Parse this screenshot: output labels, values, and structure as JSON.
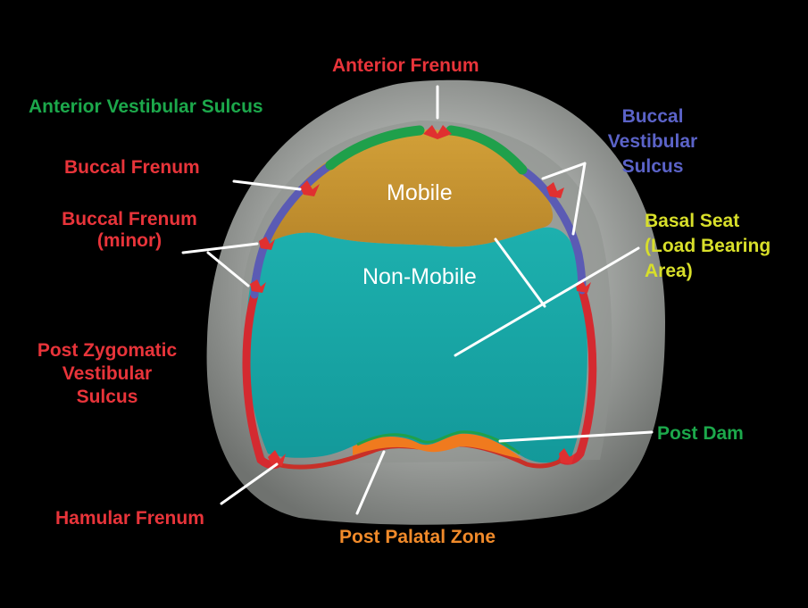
{
  "colors": {
    "background": "#000000",
    "cast": "#9ea19e",
    "mobile": "#c8962e",
    "non_mobile": "#18a7a6",
    "red_border": "#d42a30",
    "blue_border": "#5b5bb4",
    "green_border": "#1fa04b",
    "orange_border": "#f07a1e",
    "label_red": "#e8343a",
    "label_green": "#1ca84b",
    "label_blue": "#5b63c8",
    "label_yellow": "#d8df2a",
    "label_orange": "#f08a2a",
    "leader_line": "#ffffff"
  },
  "zones": {
    "mobile": "Mobile",
    "non_mobile": "Non-Mobile"
  },
  "labels": {
    "anterior_frenum": "Anterior Frenum",
    "anterior_vestibular_sulcus": "Anterior Vestibular Sulcus",
    "buccal_frenum": "Buccal Frenum",
    "buccal_frenum_minor": [
      "Buccal Frenum",
      "(minor)"
    ],
    "post_zygomatic": [
      "Post Zygomatic",
      "Vestibular",
      "Sulcus"
    ],
    "hamular_frenum": "Hamular Frenum",
    "buccal_vestibular_sulcus": [
      "Buccal",
      "Vestibular",
      "Sulcus"
    ],
    "basal_seat": [
      "Basal Seat",
      "(Load Bearing",
      "Area)"
    ],
    "post_dam": "Post Dam",
    "post_palatal_zone": "Post Palatal Zone"
  }
}
